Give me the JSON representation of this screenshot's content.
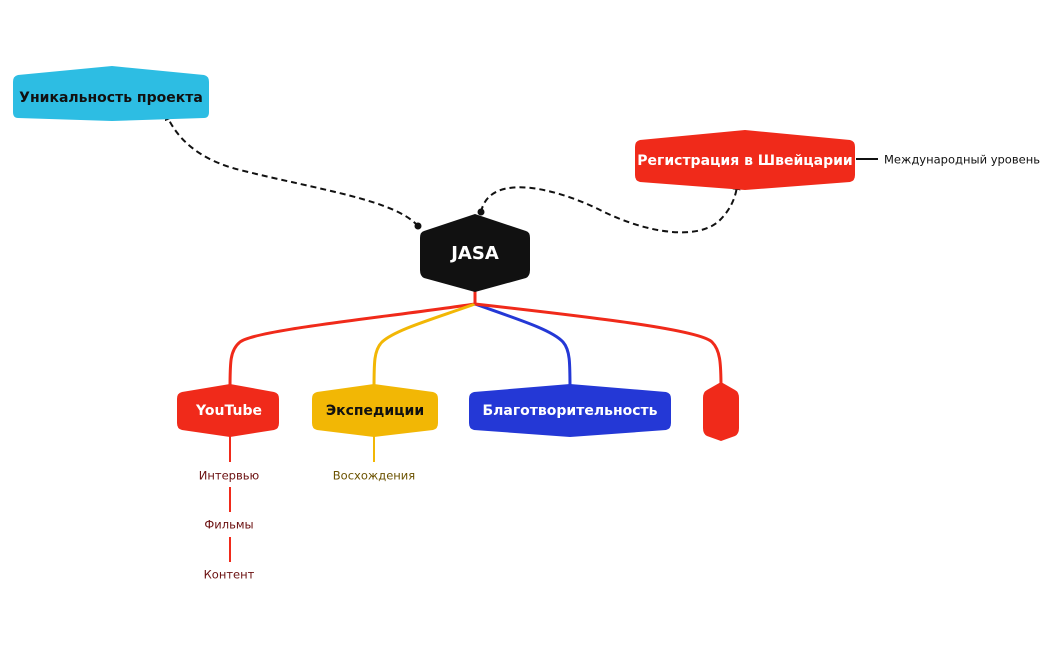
{
  "colors": {
    "black": "#111111",
    "red": "#F02A1A",
    "yellow": "#F2B705",
    "blue": "#2438D6",
    "cyan": "#2DBDE3",
    "dark_red_text": "#6B1010",
    "dark_yellow_text": "#6B5200",
    "connector": "#111111"
  },
  "center": {
    "label": "JASA"
  },
  "top_left": {
    "label": "Уникальность проекта"
  },
  "top_right": {
    "label": "Регистрация в Швейцарии",
    "note": "Международный уровень"
  },
  "branches": [
    {
      "label": "YouTube",
      "children": [
        "Интервью",
        "Фильмы",
        "Контент"
      ]
    },
    {
      "label": "Экспедиции",
      "children": [
        "Восхождения"
      ]
    },
    {
      "label": "Благотворительность",
      "children": []
    },
    {
      "label": "",
      "children": []
    }
  ]
}
